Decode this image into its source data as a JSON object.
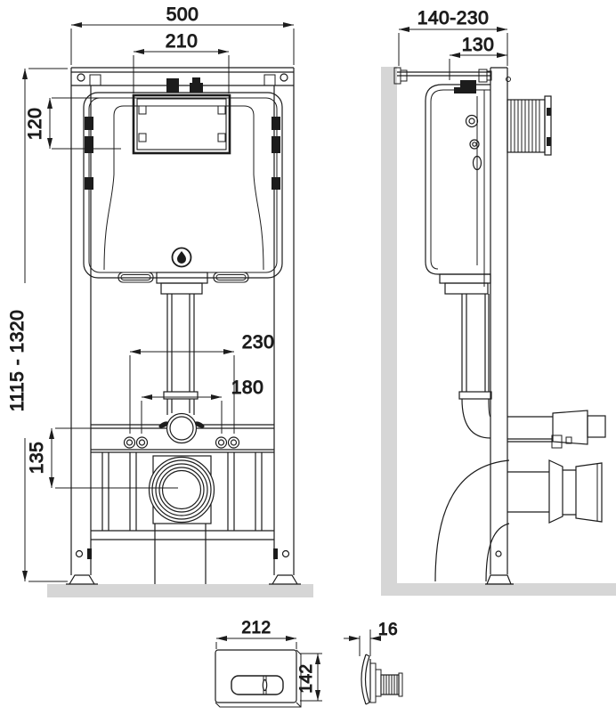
{
  "drawing": {
    "type": "technical-installation-drawing",
    "line_color": "#1c1c1c",
    "surface_color": "#d6d6d6",
    "views": {
      "front_view": {
        "dimensions": {
          "overall_width": "500",
          "inspection_window_width": "210",
          "window_height": "120",
          "installation_height_range": "1115 - 1320",
          "outer_bolt_spacing": "230",
          "inner_bolt_spacing": "180",
          "outlet_center_drop": "135"
        }
      },
      "side_view": {
        "dimensions": {
          "wall_distance_range": "140-230",
          "frame_depth": "130"
        }
      },
      "flush_plate_front": {
        "dimensions": {
          "width": "212",
          "height": "142"
        }
      },
      "flush_plate_side": {
        "dimensions": {
          "thickness": "16"
        }
      }
    }
  }
}
